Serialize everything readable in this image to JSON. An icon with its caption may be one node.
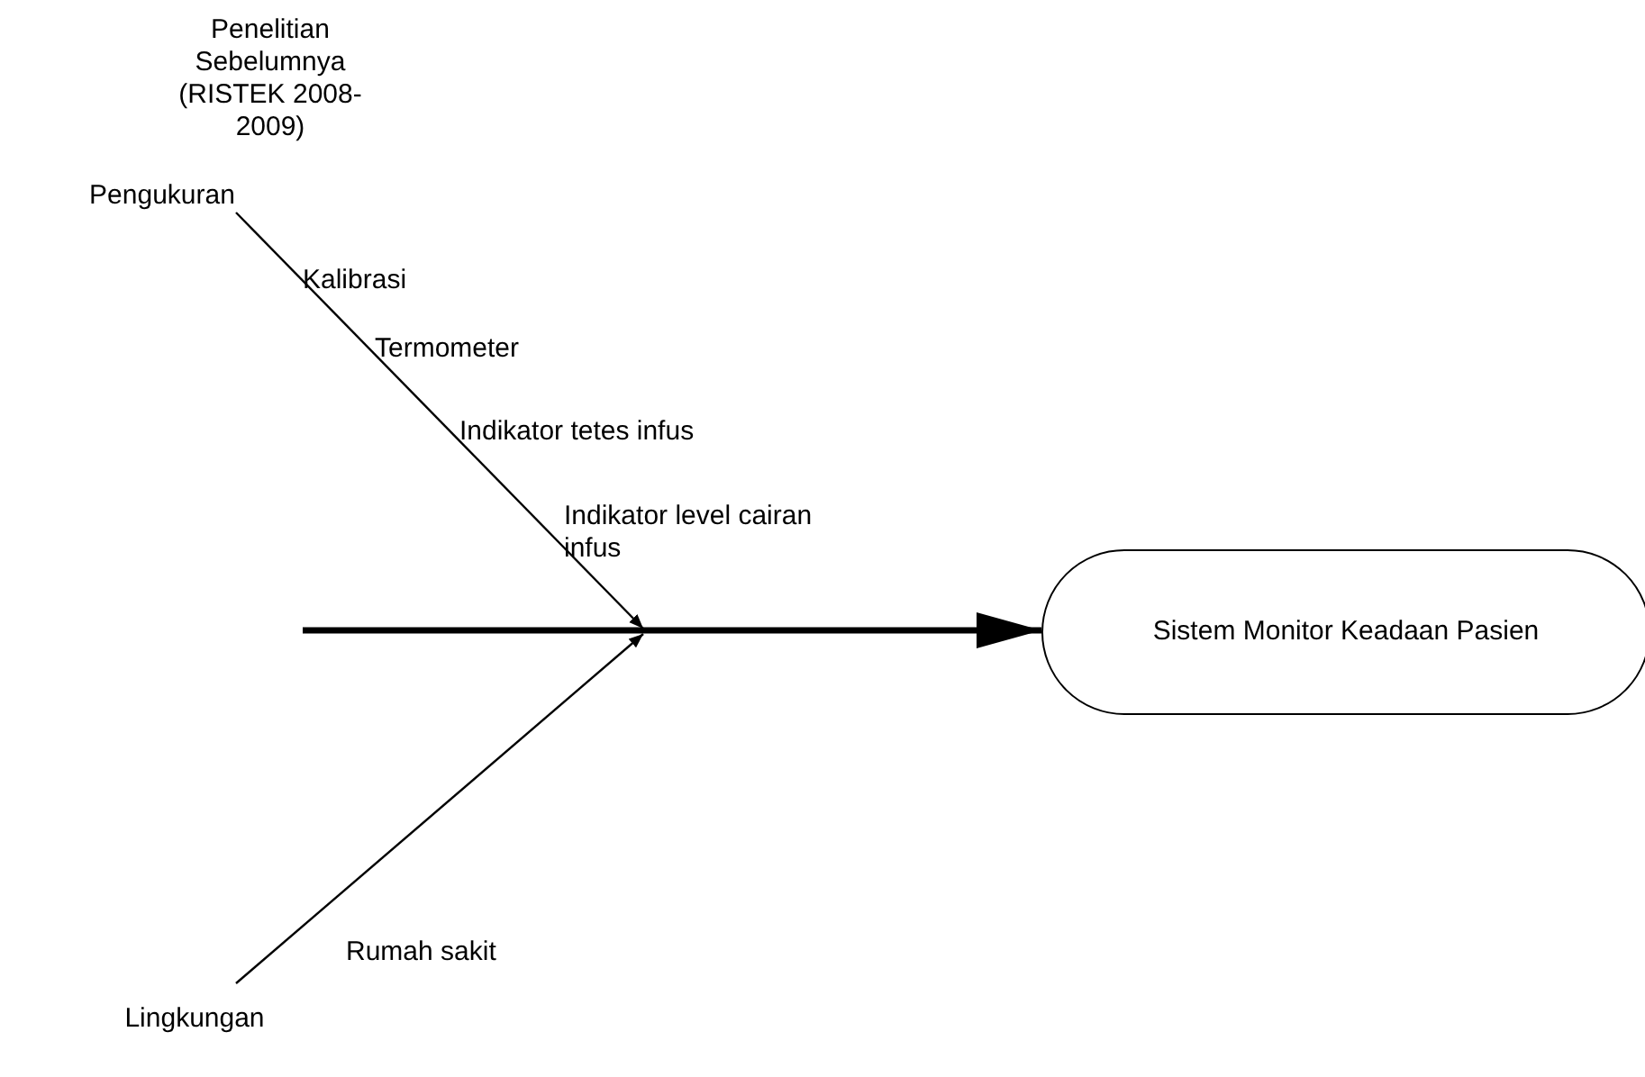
{
  "diagram": {
    "nodes": [
      {
        "text": [
          "Pengukuran"
        ]
      },
      {
        "text": [
          "Lingkungan"
        ]
      },
      {
        "text": [
          "Sistem Monitor Keadaan Pasien"
        ]
      }
    ],
    "edges": [
      {
        "from": 0,
        "to": null,
        "arrow": "to"
      },
      {
        "from": 1,
        "to": null,
        "arrow": "to"
      },
      {
        "from": null,
        "to": 2,
        "arrow": "to",
        "style": "thick"
      }
    ],
    "labels": [
      "Penelitian Sebelumnya (RISTEK 2008-2009)",
      "Kalibrasi",
      "Termometer",
      "Indikator tetes infus",
      "Indikator level cairan infus",
      "Rumah sakit"
    ]
  }
}
